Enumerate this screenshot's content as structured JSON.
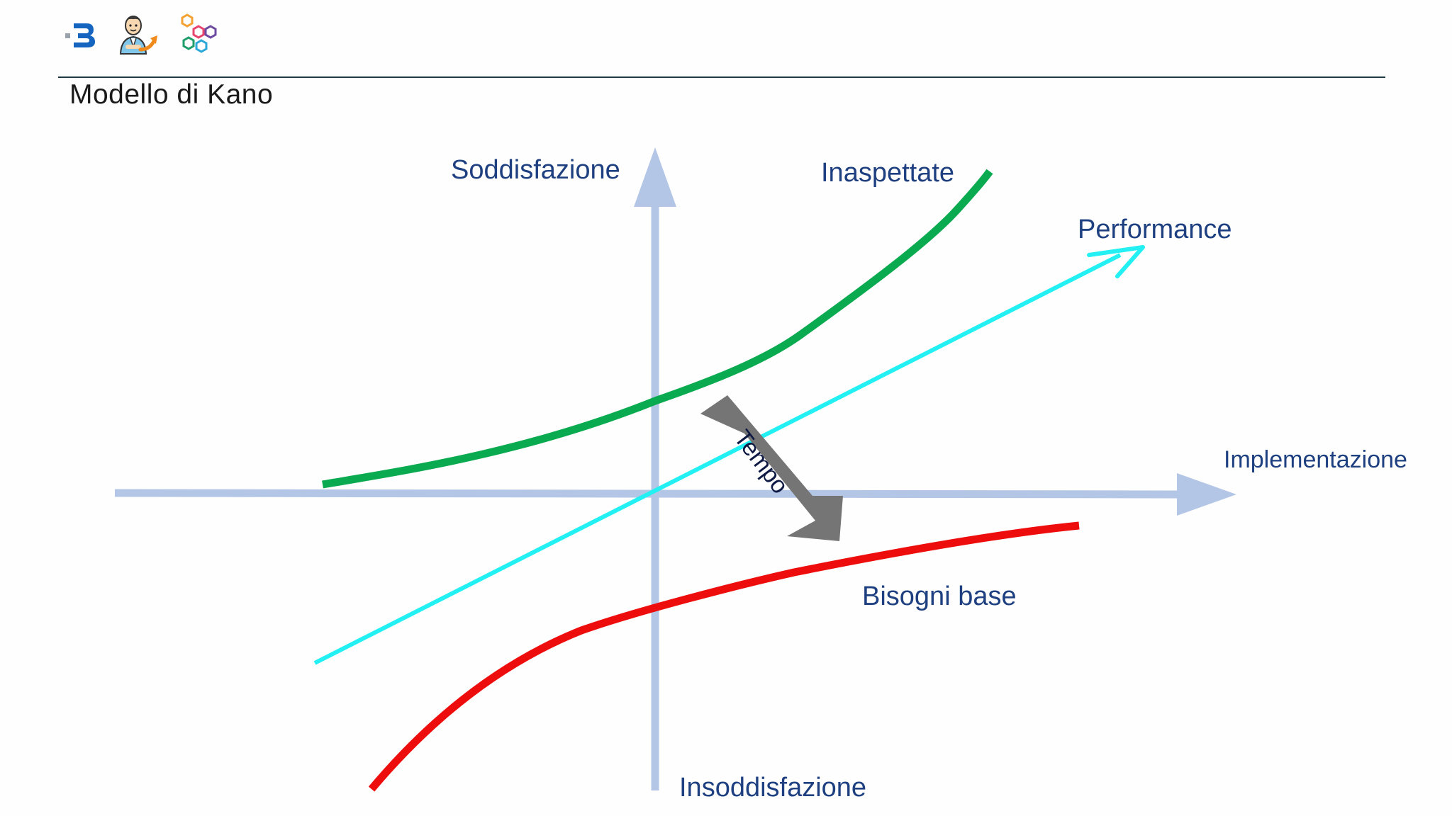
{
  "page": {
    "title": "Modello di Kano"
  },
  "logos": {
    "first": "brand-b-logo",
    "second": "person-growth-logo",
    "third": "hexagon-cluster-logo"
  },
  "diagram": {
    "labels": {
      "y_positive": "Soddisfazione",
      "y_negative": "Insoddisfazione",
      "x_axis": "Implementazione",
      "unexpected": "Inaspettate",
      "performance": "Performance",
      "basic": "Bisogni base",
      "time": "Tempo"
    },
    "colors": {
      "axes": "#b4c6e6",
      "unexpected": "#0aaa50",
      "performance": "#22f0f2",
      "basic": "#ee0d0d",
      "time_arrow": "#757575",
      "label_text": "#1e4080"
    }
  }
}
